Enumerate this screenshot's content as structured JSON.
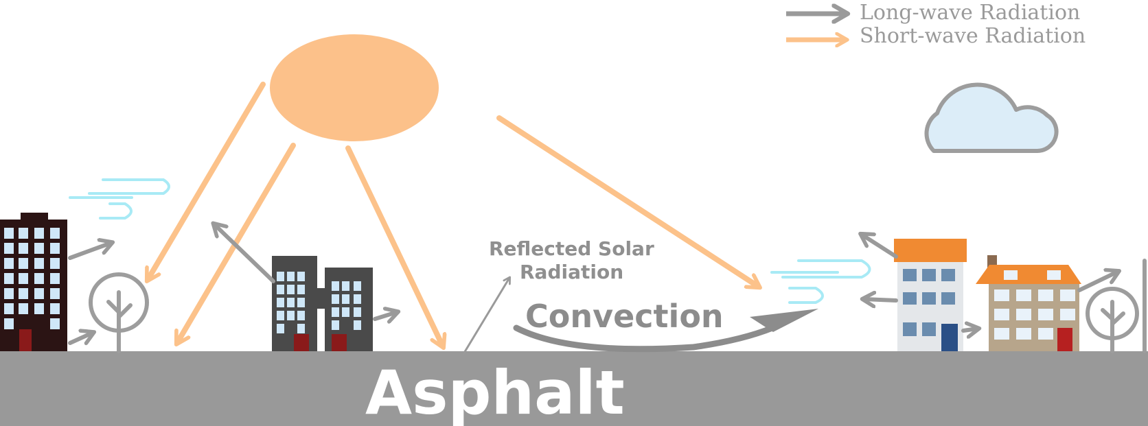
{
  "legend": {
    "long_wave_label": "Long-wave Radiation",
    "short_wave_label": "Short-wave Radiation"
  },
  "labels": {
    "reflected_line1": "Reflected Solar",
    "reflected_line2": "Radiation",
    "convection": "Convection",
    "ground": "Asphalt"
  },
  "colors": {
    "long_wave": "#9a9a9a",
    "short_wave": "#fcc28a",
    "sun": "#fcc18a",
    "ground": "#999999",
    "wind": "#a8eaf5",
    "cloud_fill": "#dcedf8",
    "cloud_stroke": "#9d9d9d",
    "building_dark": "#2b1414",
    "window": "#cfe7f8",
    "door": "#8a1a1a",
    "roof": "#f08a32"
  }
}
